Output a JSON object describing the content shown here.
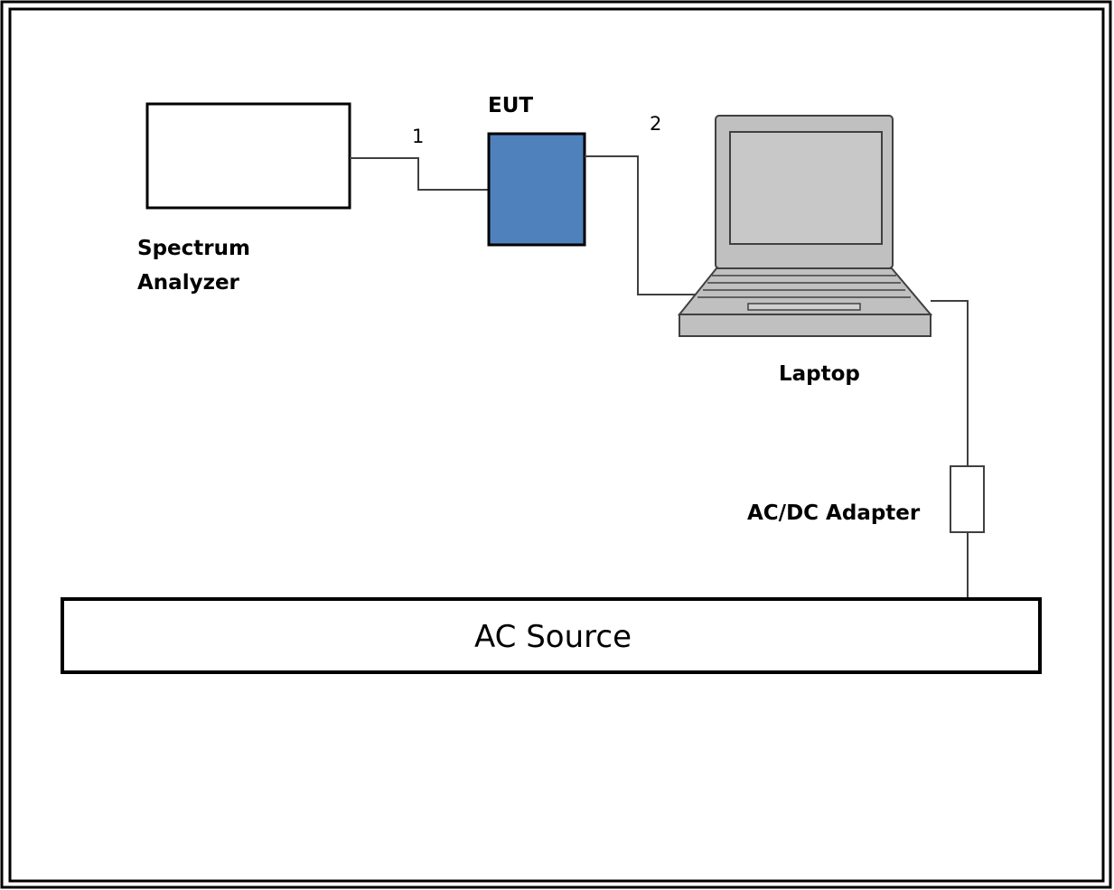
{
  "labels": {
    "spectrum_analyzer_line1": "Spectrum",
    "spectrum_analyzer_line2": "Analyzer",
    "eut": "EUT",
    "cable_1": "1",
    "cable_2": "2",
    "laptop": "Laptop",
    "adapter": "AC/DC Adapter",
    "ac_source": "AC Source"
  },
  "colors": {
    "eut_fill": "#4f81bd",
    "laptop_fill": "#c0c0c0",
    "wire": "#404040"
  },
  "icons": {
    "laptop": "laptop-icon"
  }
}
